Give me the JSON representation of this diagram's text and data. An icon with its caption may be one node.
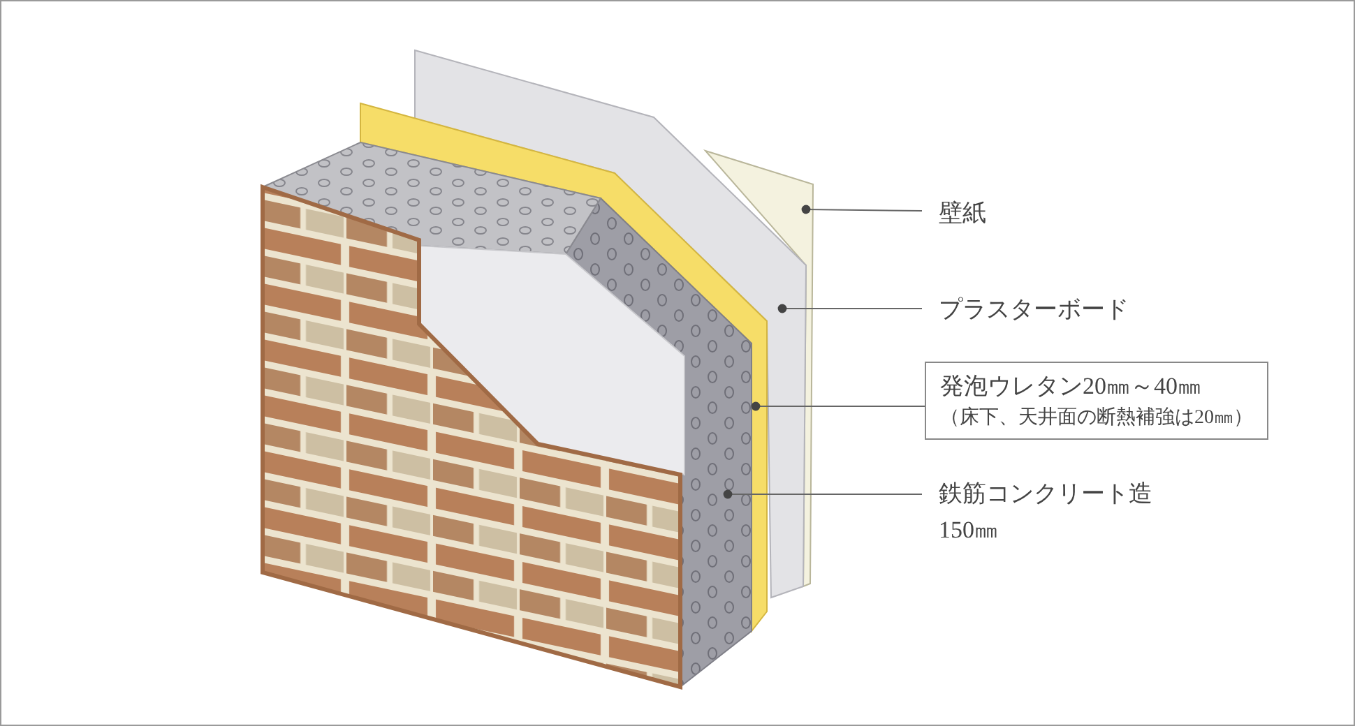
{
  "diagram": {
    "nodes": [
      {
        "text": [
          "壁紙"
        ]
      },
      {
        "text": [
          "プラスターボード"
        ]
      },
      {
        "text": [
          "発泡ウレタン20㎜～40㎜",
          "（床下、天井面の断熱補強は20㎜）"
        ]
      },
      {
        "text": [
          "鉄筋コンクリート造",
          "150㎜"
        ]
      },
      {
        "text": [],
        "shape": "picture"
      },
      {
        "text": [],
        "shape": "picture"
      },
      {
        "text": [],
        "shape": "picture"
      },
      {
        "text": [],
        "shape": "picture"
      }
    ],
    "edges": [
      {
        "from": 0,
        "to": 7,
        "arrow": "other"
      },
      {
        "from": 1,
        "to": 6,
        "arrow": "other"
      },
      {
        "from": 2,
        "to": 5,
        "arrow": "other"
      },
      {
        "from": 3,
        "to": 4,
        "arrow": "other"
      }
    ]
  }
}
